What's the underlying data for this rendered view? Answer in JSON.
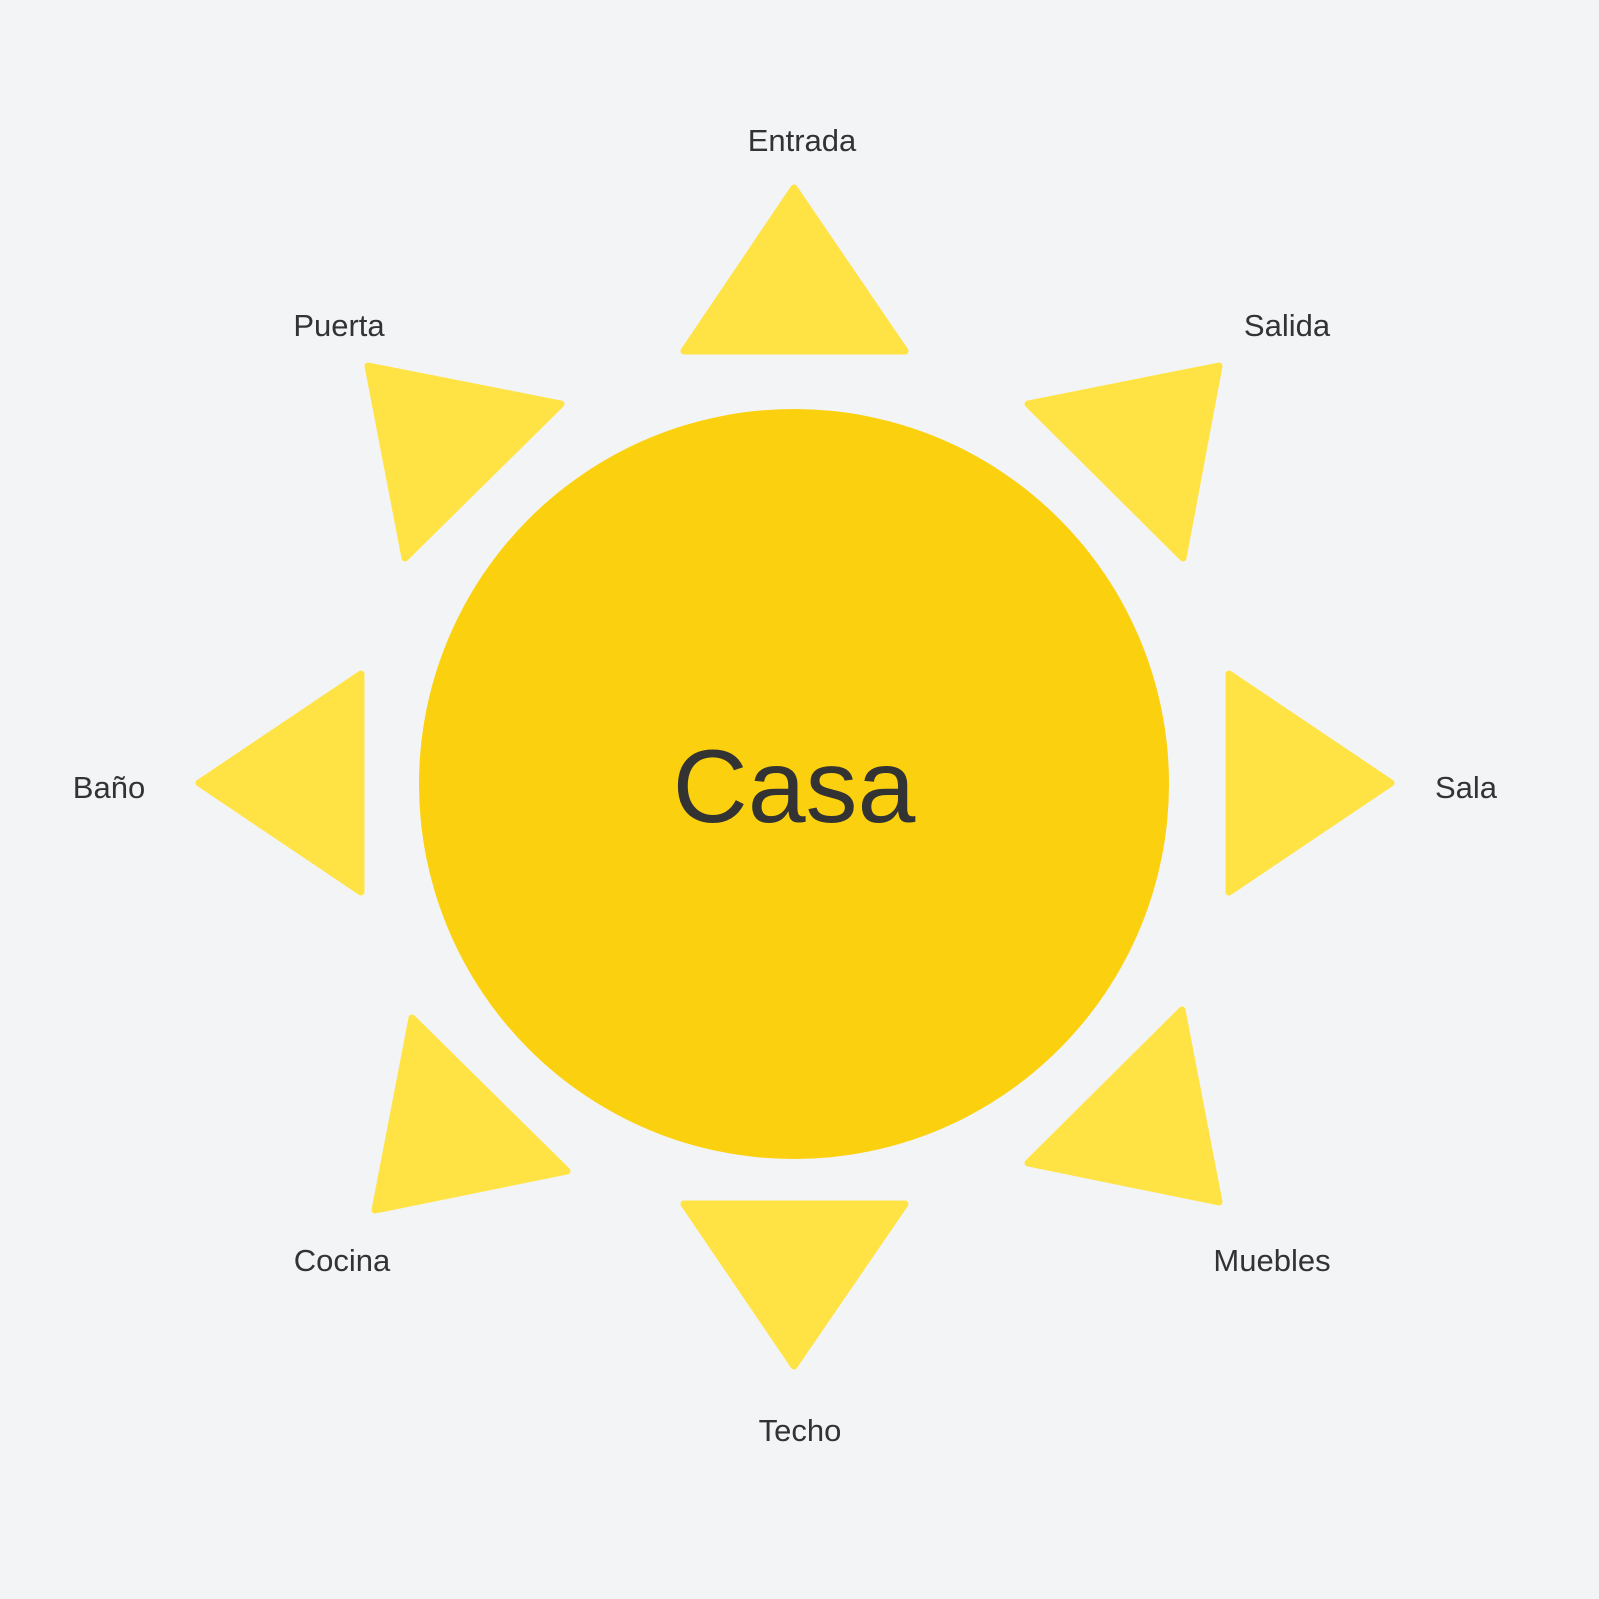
{
  "center": {
    "label": "Casa"
  },
  "rays": [
    {
      "label": "Entrada"
    },
    {
      "label": "Salida"
    },
    {
      "label": "Sala"
    },
    {
      "label": "Muebles"
    },
    {
      "label": "Techo"
    },
    {
      "label": "Cocina"
    },
    {
      "label": "Baño"
    },
    {
      "label": "Puerta"
    }
  ],
  "colors": {
    "background": "#f3f4f6",
    "circle": "#fbd10f",
    "ray": "#ffe345",
    "text": "#333333"
  }
}
